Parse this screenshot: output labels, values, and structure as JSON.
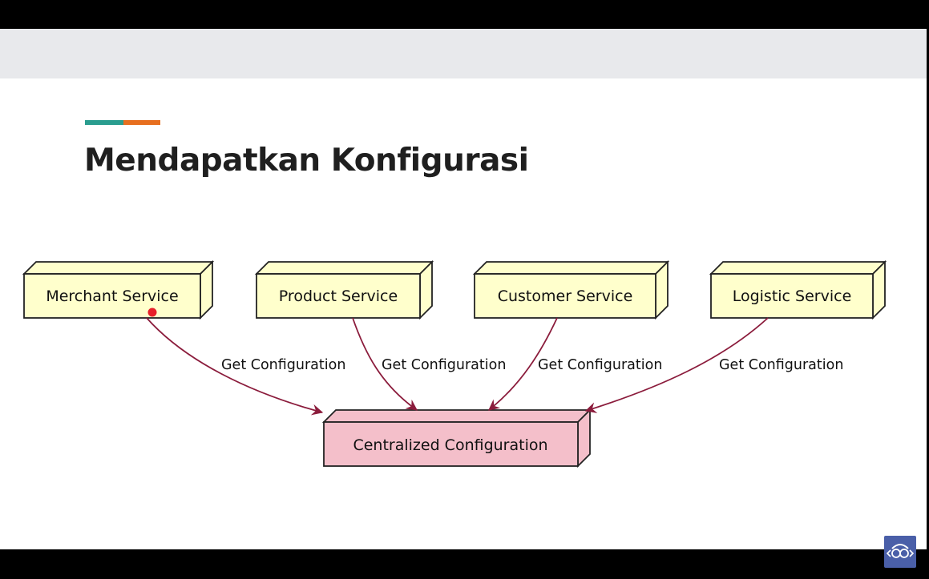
{
  "slide": {
    "title": "Mendapatkan Konfigurasi",
    "accent_colors": [
      "#2a9d8f",
      "#e76f1f"
    ]
  },
  "diagram": {
    "nodes": [
      {
        "id": "merchant",
        "label": "Merchant Service",
        "fill": "#ffffcc"
      },
      {
        "id": "product",
        "label": "Product Service",
        "fill": "#ffffcc"
      },
      {
        "id": "customer",
        "label": "Customer Service",
        "fill": "#ffffcc"
      },
      {
        "id": "logistic",
        "label": "Logistic Service",
        "fill": "#ffffcc"
      },
      {
        "id": "central",
        "label": "Centralized Configuration",
        "fill": "#f4bfca"
      }
    ],
    "edges": [
      {
        "from": "merchant",
        "to": "central",
        "label": "Get Configuration"
      },
      {
        "from": "product",
        "to": "central",
        "label": "Get Configuration"
      },
      {
        "from": "customer",
        "to": "central",
        "label": "Get Configuration"
      },
      {
        "from": "logistic",
        "to": "central",
        "label": "Get Configuration"
      }
    ],
    "edge_color": "#8b1c3c",
    "pointer_color": "#e8202a"
  },
  "badge": {
    "icon": "code-glasses-logo-icon"
  }
}
